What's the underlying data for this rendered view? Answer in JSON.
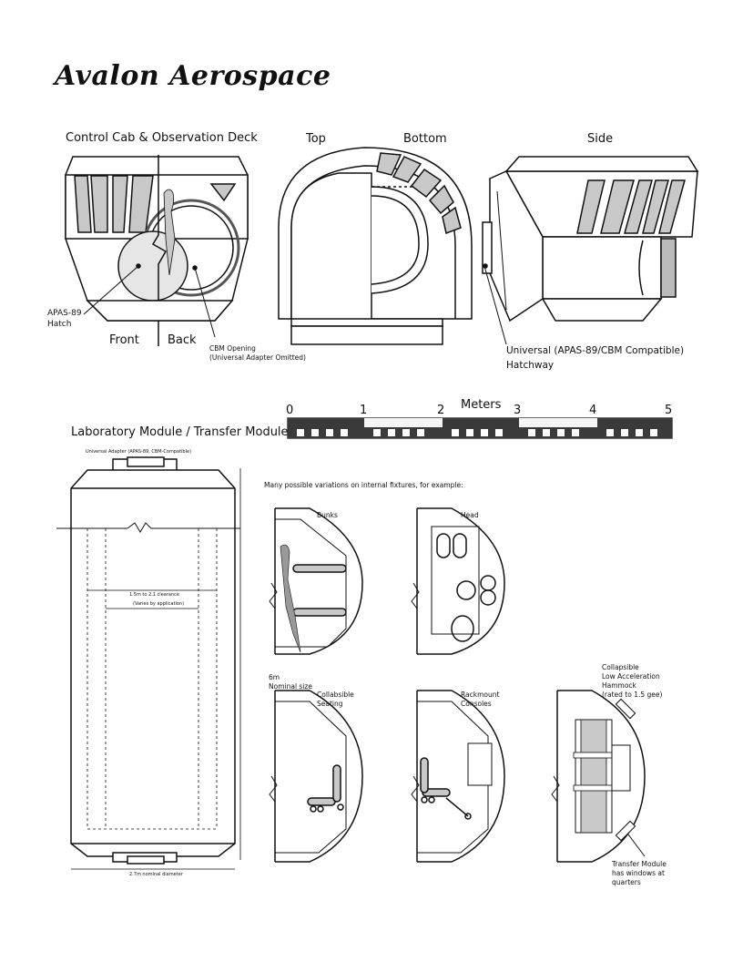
{
  "brand": {
    "title": "Avalon Aerospace"
  },
  "top_section": {
    "control_cab_title": "Control Cab & Observation Deck",
    "view_top": "Top",
    "view_bottom": "Bottom",
    "view_side": "Side",
    "apas_hatch": "APAS-89\nHatch",
    "front": "Front",
    "back": "Back",
    "cbm_opening": "CBM Opening\n(Universal Adapter Omitted)",
    "universal_hatchway": "Universal (APAS-89/CBM Compatible)\nHatchway"
  },
  "scale_bar": {
    "label": "Meters",
    "ticks": [
      "0",
      "1",
      "2",
      "3",
      "4",
      "5"
    ]
  },
  "lab_section": {
    "title": "Laboratory Module / Transfer Module",
    "universal_adapter": "Universal Adapter (APAS-89, CBM-Compatible)",
    "clearance": "1.5m to 2.1 clearance",
    "varies": "(Varies by application)",
    "nominal_size": "6m\nNominal size",
    "diameter": "2.7m nominal diameter"
  },
  "variations": {
    "intro": "Many possible variations on internal fixtures, for example:",
    "bunks": "Bunks",
    "head": "Head",
    "seating": "Collabsible\nSeating",
    "rackmount": "Rackmount\nConsoles",
    "hammock": "Collapsible\nLow Acceleration\nHammock\n(rated to 1.5 gee)",
    "windows": "Transfer Module\nhas windows at\nquarters"
  },
  "colors": {
    "ink": "#111111",
    "panel_gray": "#c8c8c8",
    "dark_gray": "#555555",
    "scale_dark": "#3a3a3a"
  }
}
